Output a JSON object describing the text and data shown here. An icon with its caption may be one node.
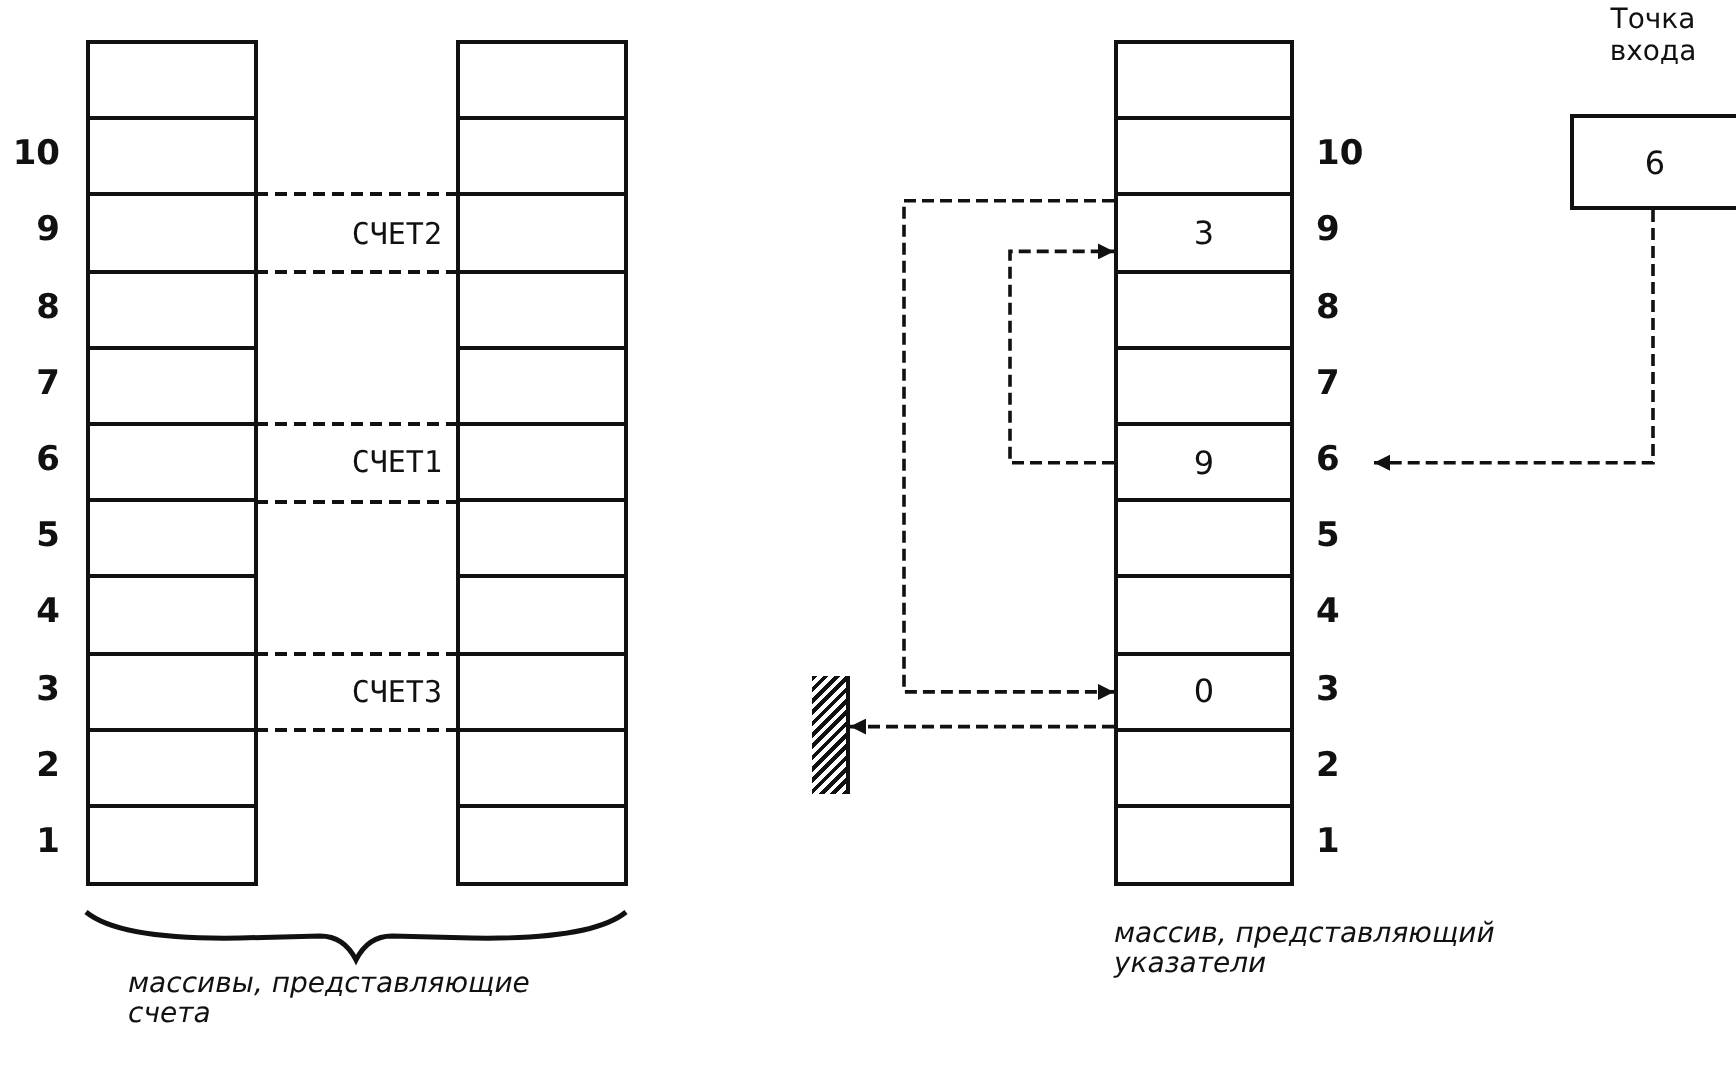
{
  "diagram": {
    "nodes": [
      {
        "text": [],
        "shape": "box"
      },
      {
        "text": [],
        "shape": "box"
      },
      {
        "text": [],
        "shape": "box"
      },
      {
        "text": [],
        "shape": "box"
      },
      {
        "text": [],
        "shape": "box"
      },
      {
        "text": [],
        "shape": "box"
      },
      {
        "text": [],
        "shape": "box"
      },
      {
        "text": [],
        "shape": "box"
      },
      {
        "text": [],
        "shape": "box"
      },
      {
        "text": [],
        "shape": "box"
      },
      {
        "text": [],
        "shape": "box"
      },
      {
        "text": [
          "СЧЕТ2"
        ]
      },
      {
        "text": [
          "СЧЕТ1"
        ]
      },
      {
        "text": [
          "СЧЕТ3"
        ]
      },
      {
        "text": [],
        "shape": "box"
      },
      {
        "text": [],
        "shape": "box"
      },
      {
        "text": [],
        "shape": "box"
      },
      {
        "text": [],
        "shape": "box"
      },
      {
        "text": [],
        "shape": "box"
      },
      {
        "text": [],
        "shape": "box"
      },
      {
        "text": [],
        "shape": "box"
      },
      {
        "text": [],
        "shape": "box"
      },
      {
        "text": [],
        "shape": "box"
      },
      {
        "text": [],
        "shape": "box"
      },
      {
        "text": [],
        "shape": "box"
      },
      {
        "text": [],
        "shape": "bar"
      },
      {
        "text": [],
        "shape": "box"
      },
      {
        "text": [],
        "shape": "box"
      },
      {
        "text": [
          "3"
        ]
      },
      {
        "text": [],
        "shape": "box"
      },
      {
        "text": [],
        "shape": "box"
      },
      {
        "text": [
          "9"
        ]
      },
      {
        "text": [],
        "shape": "box"
      },
      {
        "text": [],
        "shape": "box"
      },
      {
        "text": [
          "0"
        ]
      },
      {
        "text": [],
        "shape": "box"
      },
      {
        "text": [],
        "shape": "box"
      },
      {
        "text": [
          "Точка входа",
          "6"
        ]
      }
    ],
    "edges": [
      {
        "from": 37,
        "to": 31,
        "arrow": "to",
        "style": "dashed"
      },
      {
        "from": 31,
        "to": 28,
        "arrow": "to",
        "style": "dashed"
      },
      {
        "from": 28,
        "to": 34,
        "arrow": "to",
        "style": "dashed"
      },
      {
        "from": 34,
        "to": 25,
        "arrow": "to",
        "style": "dashed"
      }
    ],
    "labels": [
      "10",
      "9",
      "8",
      "7",
      "6",
      "5",
      "4",
      "3",
      "2",
      "1",
      "10",
      "9",
      "8",
      "7",
      "6",
      "5",
      "4",
      "3",
      "2",
      "1",
      "массивы, представляющие счета",
      "массив, представляющий указатели"
    ]
  }
}
